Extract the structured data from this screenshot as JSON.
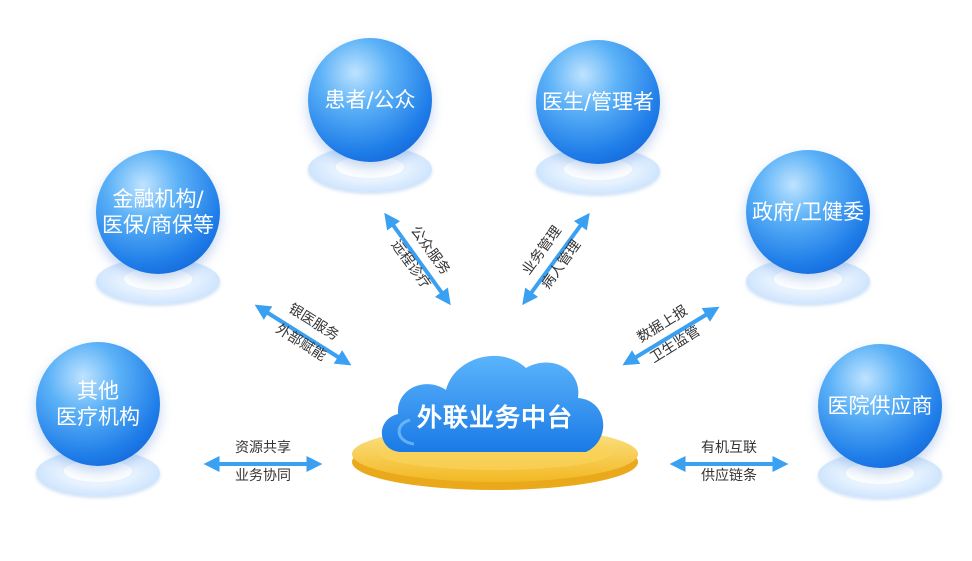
{
  "hub": {
    "title": "外联业务中台"
  },
  "nodes": {
    "patient": {
      "line1": "患者/公众",
      "line2": ""
    },
    "doctor": {
      "line1": "医生/管理者",
      "line2": ""
    },
    "finance": {
      "line1": "金融机构/",
      "line2": "医保/商保等"
    },
    "gov": {
      "line1": "政府/卫健委",
      "line2": ""
    },
    "other": {
      "line1": "其他",
      "line2": "医疗机构"
    },
    "supplier": {
      "line1": "医院供应商",
      "line2": ""
    }
  },
  "links": {
    "patient": {
      "top": "公众服务",
      "bottom": "远程诊疗"
    },
    "doctor": {
      "top": "业务管理",
      "bottom": "病人管理"
    },
    "finance": {
      "top": "银医服务",
      "bottom": "外部赋能"
    },
    "gov": {
      "top": "数据上报",
      "bottom": "卫生监管"
    },
    "other": {
      "top": "资源共享",
      "bottom": "业务协同"
    },
    "supplier": {
      "top": "有机互联",
      "bottom": "供应链条"
    }
  },
  "colors": {
    "sphere": "#1e7ce8",
    "arrow": "#3aa0f2",
    "cloud": "#2d8df0",
    "platform": "#f6c744"
  }
}
